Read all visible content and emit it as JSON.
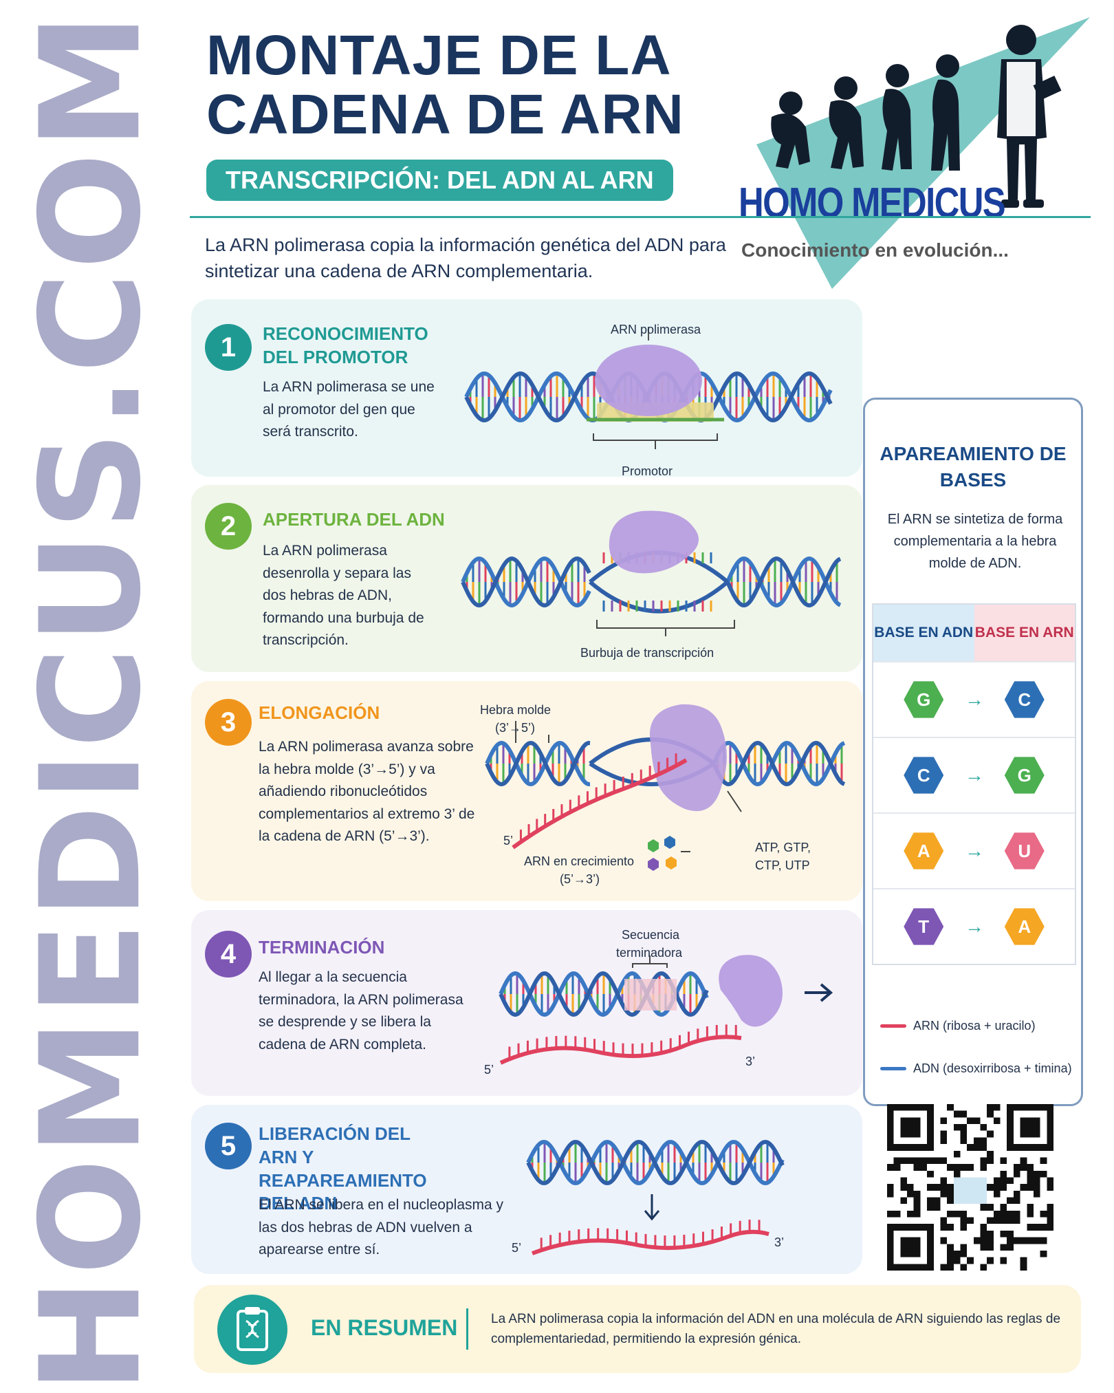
{
  "watermark": "HOMEDICUS.COM",
  "header": {
    "title_line1": "MONTAJE DE LA",
    "title_line2": "CADENA DE ARN",
    "subtitle": "TRANSCRIPCIÓN: DEL ADN AL ARN",
    "intro": "La ARN polimerasa copia la información genética del ADN para sintetizar una cadena de ARN complementaria."
  },
  "logo": {
    "name": "HOMO MEDICUS",
    "tagline": "Conocimiento en evolución...",
    "icon": "human-evolution-doctor-icon"
  },
  "steps": [
    {
      "number": "1",
      "title": "RECONOCIMIENTO DEL PROMOTOR",
      "text": "La ARN polimerasa se une al promotor del gen que será transcrito.",
      "color": "#1f9a93",
      "labels": {
        "enzyme": "ARN polimerasa",
        "promoter": "Promotor"
      }
    },
    {
      "number": "2",
      "title": "APERTURA DEL ADN",
      "text": "La ARN polimerasa desenrolla y separa las dos hebras de ADN, formando una burbuja de transcripción.",
      "color": "#6db33f",
      "labels": {
        "bubble": "Burbuja de transcripción"
      }
    },
    {
      "number": "3",
      "title": "ELONGACIÓN",
      "text": "La ARN polimerasa avanza sobre la hebra molde (3’→5’) y va añadiendo ribonucleótidos complementarios al extremo 3’ de la cadena de ARN (5’→3’).",
      "color": "#f0951c",
      "labels": {
        "template_strand": "Hebra molde",
        "template_dir": "(3’→5’)",
        "five_prime": "5’",
        "growing_rna": "ARN en crecimiento",
        "growing_dir": "(5’→3’)",
        "ntp_line1": "ATP, GTP,",
        "ntp_line2": "CTP, UTP"
      }
    },
    {
      "number": "4",
      "title": "TERMINACIÓN",
      "text": "Al llegar a la secuencia terminadora, la ARN polimerasa se desprende y se libera la cadena de ARN completa.",
      "color": "#7e57b5",
      "labels": {
        "terminator_line1": "Secuencia",
        "terminator_line2": "terminadora",
        "five_prime": "5’",
        "three_prime": "3’"
      }
    },
    {
      "number": "5",
      "title": "LIBERACIÓN DEL ARN Y REAPAREAMIENTO DEL ADN",
      "text": "El ARN se libera en el nucleoplasma y las dos hebras de ADN vuelven a aparearse entre sí.",
      "color": "#2d6fb5",
      "labels": {
        "five_prime": "5’",
        "three_prime": "3’"
      }
    }
  ],
  "pairing": {
    "title": "APAREAMIENTO DE BASES",
    "description": "El ARN se sintetiza de forma complementaria a la hebra molde de ADN.",
    "col_dna": "BASE EN ADN",
    "col_rna": "BASE EN ARN",
    "rows": [
      {
        "dna": "G",
        "rna": "C",
        "dna_color": "#4caf50",
        "rna_color": "#2d6fb5"
      },
      {
        "dna": "C",
        "rna": "G",
        "dna_color": "#2d6fb5",
        "rna_color": "#4caf50"
      },
      {
        "dna": "A",
        "rna": "U",
        "dna_color": "#f5a623",
        "rna_color": "#e86a86"
      },
      {
        "dna": "T",
        "rna": "A",
        "dna_color": "#7e57b5",
        "rna_color": "#f5a623"
      }
    ],
    "legend": [
      {
        "label": "ARN (ribosa + uracilo)",
        "color": "#e0415e"
      },
      {
        "label": "ADN (desoxirribosa + timina)",
        "color": "#3b78c4"
      }
    ]
  },
  "qr": {
    "icon": "qr-code-icon"
  },
  "summary": {
    "title": "EN RESUMEN",
    "text": "La ARN polimerasa copia la información del ADN en una molécula de ARN siguiendo las reglas de complementariedad, permitiendo la expresión génica.",
    "icon": "clipboard-dna-icon"
  },
  "colors": {
    "navy": "#1a355e",
    "teal": "#2fa79f",
    "rna": "#e0415e",
    "dna_blue": "#3b78c4",
    "polymerase": "#b79de0"
  }
}
